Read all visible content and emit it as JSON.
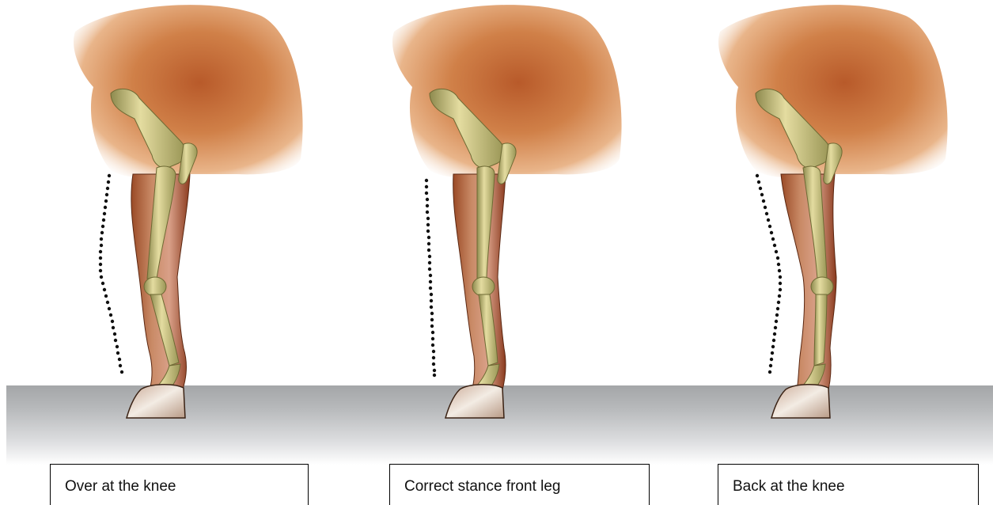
{
  "captions": [
    "Over at the knee",
    "Correct stance front leg",
    "Back at the knee"
  ],
  "colors": {
    "coat": "#c86e3a",
    "coat_dark": "#8c3e1c",
    "bone": "#d2c98a",
    "bone_shade": "#8e8a4e",
    "hoof": "#ece3d6",
    "guide_dots": "#111111",
    "ground": "#a4a6a8"
  }
}
